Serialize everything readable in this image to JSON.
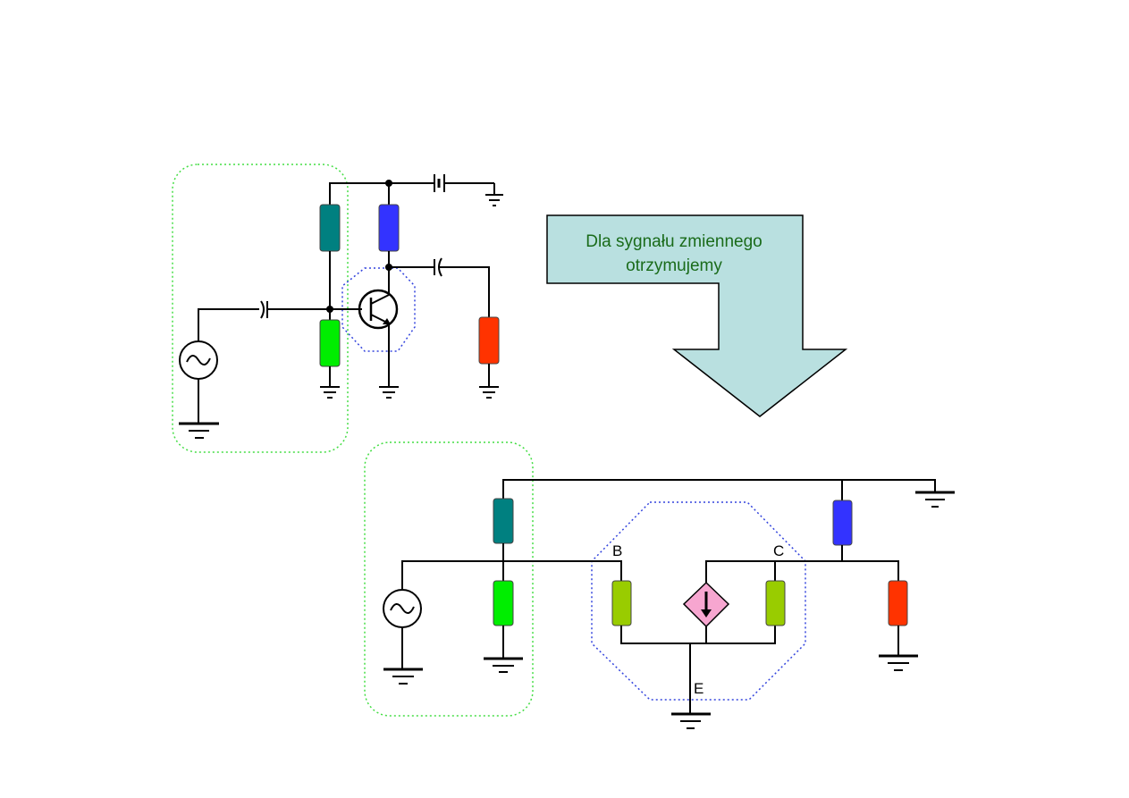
{
  "callout": {
    "line1": "Dla sygnału zmiennego",
    "line2": "otrzymujemy",
    "fill": "#b9e0e0",
    "text_color": "#1a6b1a"
  },
  "colors": {
    "resistor_bias_top": "#008080",
    "resistor_bias_bottom": "#00ee00",
    "resistor_collector": "#3333ff",
    "resistor_load": "#ff3300",
    "resistor_model": "#99cc00",
    "current_source": "#f7a6d0",
    "boundary_input": "#44dd44",
    "boundary_transistor": "#3344dd"
  },
  "labels": {
    "base": "B",
    "collector": "C",
    "emitter": "E"
  }
}
